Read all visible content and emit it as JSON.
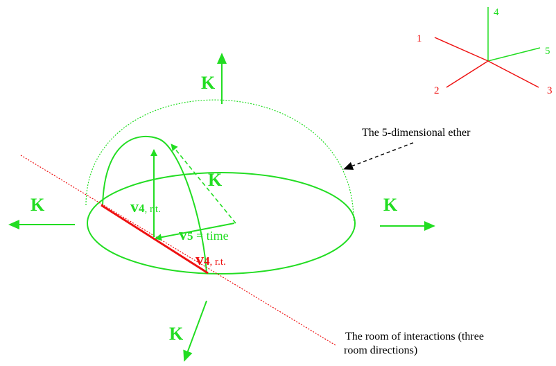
{
  "colors": {
    "green": "#22dd22",
    "red": "#ee1111",
    "black": "#000000",
    "background": "#ffffff"
  },
  "axes_legend": {
    "labels": [
      "1",
      "2",
      "3",
      "4",
      "5"
    ]
  },
  "field_labels": {
    "k_top": "K",
    "k_left": "K",
    "k_right": "K",
    "k_bottom": "K",
    "k_inner": "K"
  },
  "vectors": {
    "v4_green_main": "v",
    "v4_green_sub": "4",
    "v4_green_suffix": ", r.t.",
    "v5_main": "v",
    "v5_sub": "5",
    "v5_suffix": " = time",
    "v4_red_main": "v",
    "v4_red_sub": "4",
    "v4_red_suffix": ", r.t."
  },
  "captions": {
    "ether": "The 5-dimensional ether",
    "room_line1": "The room of interactions (three",
    "room_line2": " room directions)"
  }
}
